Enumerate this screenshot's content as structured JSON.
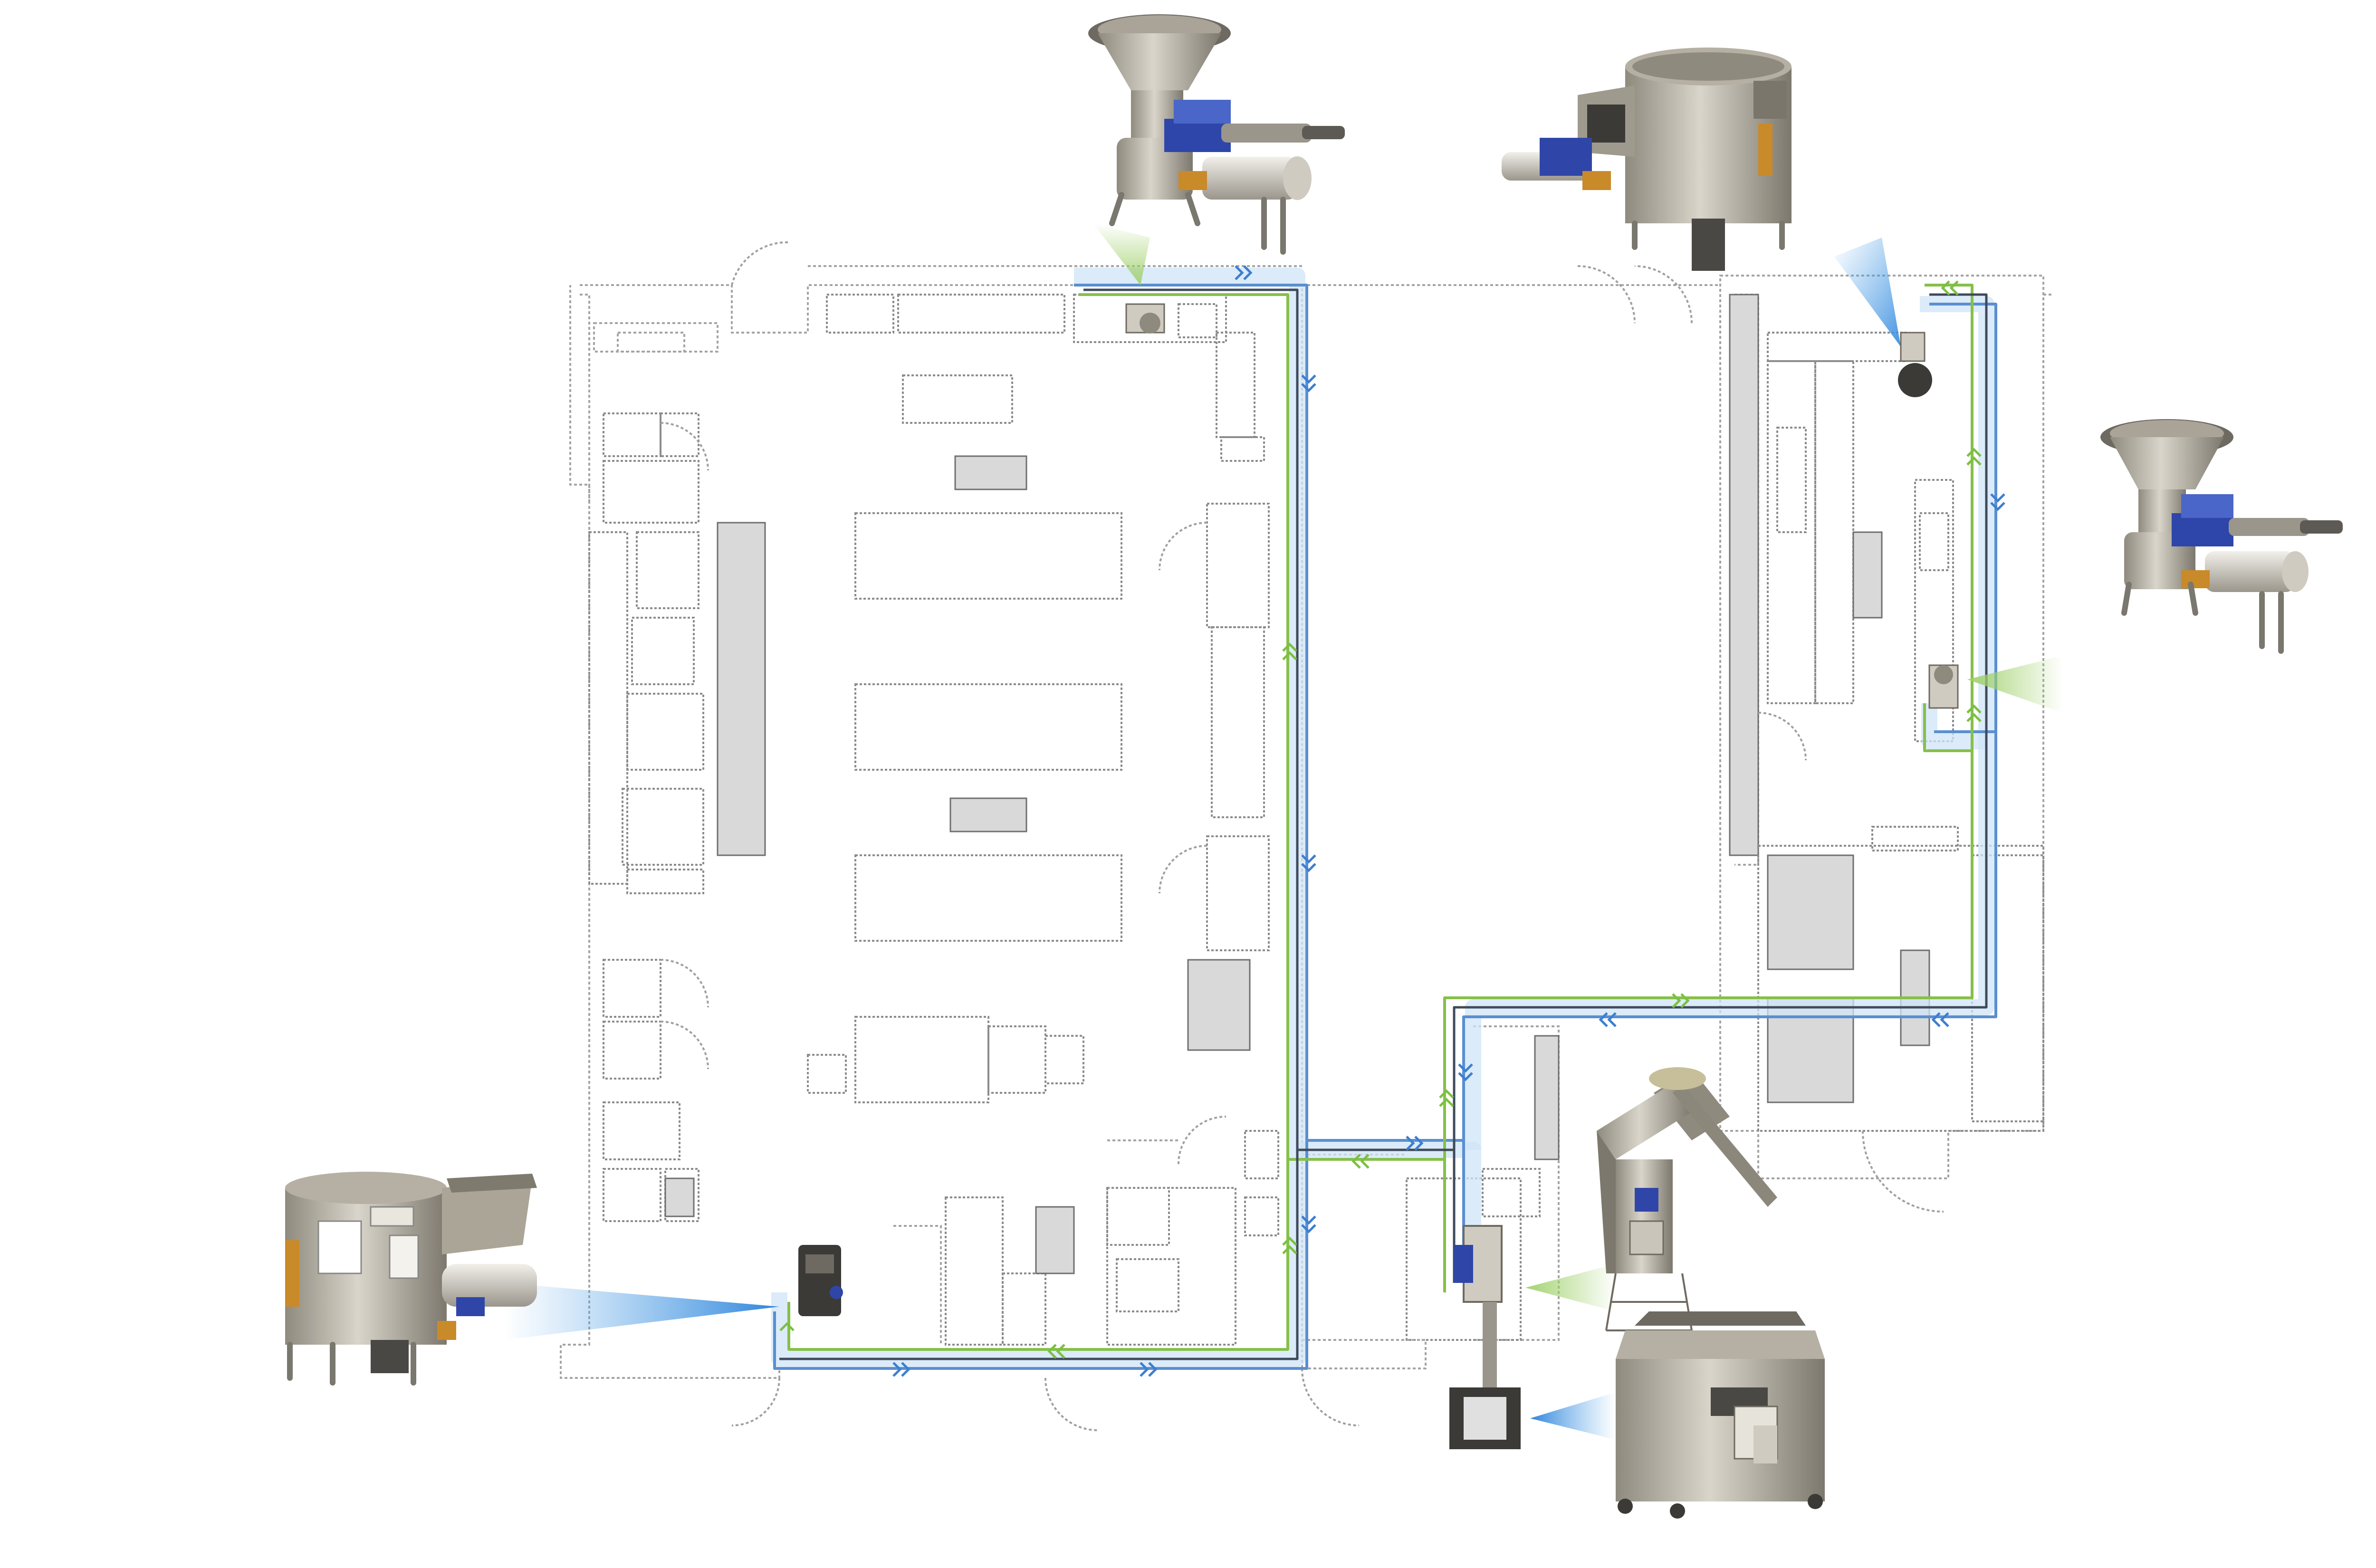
{
  "diagram": {
    "subject": "",
    "flow_colors": {
      "supply_line": "#5a8fd0",
      "return_line": "#86c04a",
      "main_pipe": "#3f4a5a"
    },
    "icons": {
      "flow_direction_blue": "chevron-double-icon",
      "flow_direction_green": "chevron-double-icon",
      "callout_beam_blue": "light-beam-icon",
      "callout_beam_green": "light-beam-icon"
    },
    "equipment": [
      "disposer-unit-top",
      "collector-tank-top",
      "disposer-unit-right",
      "pulper-tank-left",
      "dewatering-press",
      "processing-cabinet",
      "sump-station"
    ]
  }
}
